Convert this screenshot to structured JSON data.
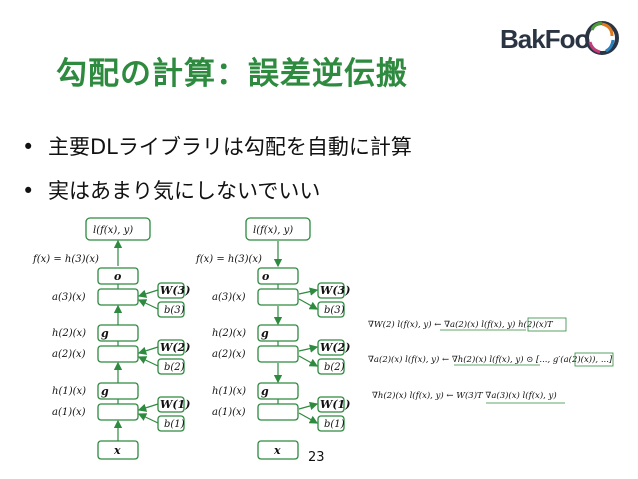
{
  "title": "勾配の計算：誤差逆伝搬",
  "bullets": [
    "主要DLライブラリは勾配を自動に計算",
    "実はあまり気にしないでいい"
  ],
  "logo": {
    "text": "BakFoo",
    "icon": "fern-circle-icon"
  },
  "page_number": "23",
  "colors": {
    "title": "#2d8a3e",
    "node_border": "#2d8a3e",
    "arrow": "#2d8a3e"
  },
  "diagram": {
    "loss_label": "l(f(x), y)",
    "f_def": "f(x) = h(3)(x)",
    "o_node": "o",
    "a3": "a(3)(x)",
    "W3": "W(3)",
    "b3": "b(3)",
    "h2": "h(2)(x)",
    "g_node": "g",
    "a2": "a(2)(x)",
    "W2": "W(2)",
    "b2": "b(2)",
    "h1": "h(1)(x)",
    "a1": "a(1)(x)",
    "W1": "W(1)",
    "b1": "b(1)",
    "x_node": "x"
  },
  "equations": [
    "∇W(2) l(f(x), y) ← ∇a(2)(x) l(f(x), y) h(2)(x)T",
    "∇a(2)(x) l(f(x), y) ← ∇h(2)(x) l(f(x), y) ⊙ [..., g′(a(2)(x)), ...]",
    "∇h(2)(x) l(f(x), y) ← W(3)T ∇a(3)(x) l(f(x), y)"
  ]
}
